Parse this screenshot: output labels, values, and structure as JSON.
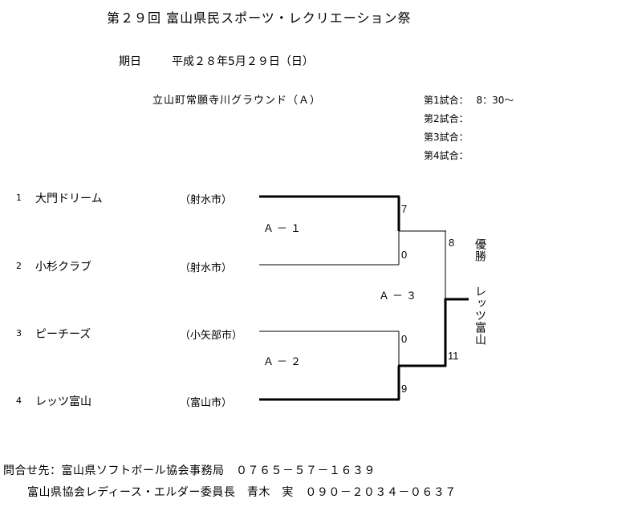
{
  "title": "第２９回 富山県民スポーツ・レクリエーション祭",
  "date_label": "期日",
  "date_value": "平成２８年5月２９日（日）",
  "venue": "立山町常願寺川グラウンド（Ａ）",
  "match_times": [
    {
      "label": "第1試合：",
      "time": "8：30～"
    },
    {
      "label": "第2試合：",
      "time": ""
    },
    {
      "label": "第3試合：",
      "time": ""
    },
    {
      "label": "第4試合：",
      "time": ""
    }
  ],
  "teams": [
    {
      "num": "1",
      "name": "大門ドリーム",
      "city": "（射水市）"
    },
    {
      "num": "2",
      "name": "小杉クラブ",
      "city": "（射水市）"
    },
    {
      "num": "3",
      "name": "ピーチーズ",
      "city": "（小矢部市）"
    },
    {
      "num": "4",
      "name": "レッツ富山",
      "city": "（富山市）"
    }
  ],
  "match_labels": {
    "a1": "Ａ－１",
    "a2": "Ａ－２",
    "a3": "Ａ－３"
  },
  "scores": {
    "a1_top": "7",
    "a1_bottom": "0",
    "a2_top": "0",
    "a2_bottom": "9",
    "final_top": "8",
    "final_bottom": "11"
  },
  "champion_label": "優勝",
  "champion_name": "レッツ富山",
  "contact": {
    "line1": "問合せ先：富山県ソフトボール協会事務局　０７６５－５７－１６３９",
    "line2": "富山県協会レディース・エルダー委員長　青木　実　０９０－２０３４－０６３７"
  }
}
